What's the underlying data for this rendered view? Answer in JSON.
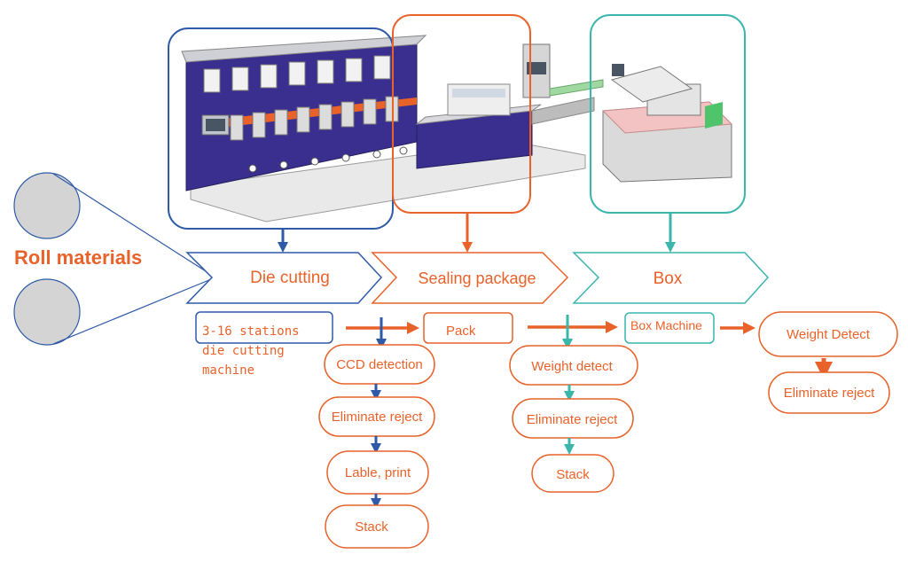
{
  "source": {
    "label": "Roll materials",
    "color": "#e8622a"
  },
  "stages": [
    {
      "label": "Die cutting",
      "color": "#2f5aa8"
    },
    {
      "label": "Sealing package",
      "color": "#e8622a"
    },
    {
      "label": "Box",
      "color": "#3bb6ad"
    }
  ],
  "die_cutting": {
    "station_lines": [
      "3-16 stations",
      "die cutting",
      "machine"
    ],
    "steps": [
      "CCD detection",
      "Eliminate reject",
      "Lable, print",
      "Stack"
    ]
  },
  "sealing": {
    "pack": "Pack",
    "steps": [
      "Weight detect",
      "Eliminate reject",
      "Stack"
    ]
  },
  "box": {
    "machine": "Box Machine",
    "steps": [
      "Weight Detect",
      "Eliminate reject"
    ]
  },
  "colors": {
    "blue": "#2f5aa8",
    "orange": "#e8622a",
    "teal": "#3bb6ad",
    "machine_purple": "#3a2f8f",
    "roll_gray": "#d4d4d4"
  }
}
